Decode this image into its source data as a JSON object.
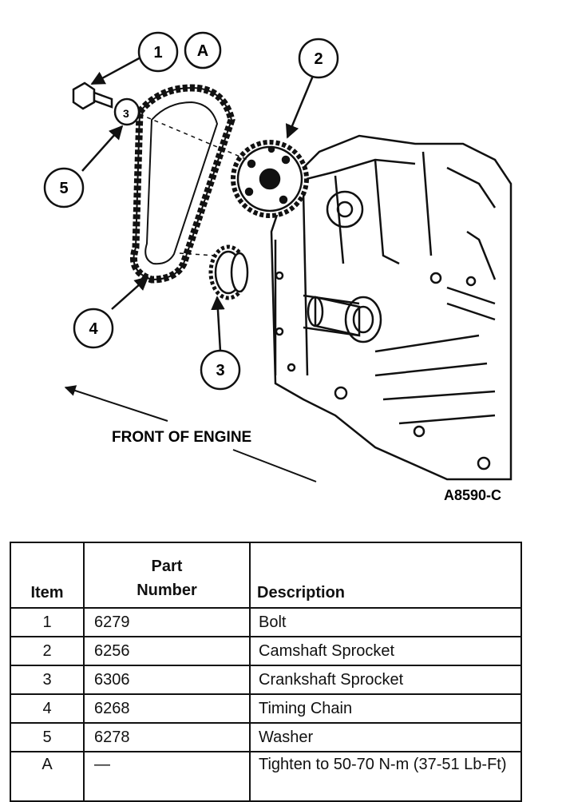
{
  "figure": {
    "callouts": [
      "1",
      "2",
      "3",
      "4",
      "5",
      "A"
    ],
    "washer_mark": "3",
    "front_label": "FRONT OF ENGINE",
    "figure_id": "A8590-C"
  },
  "table": {
    "headers": {
      "item": "Item",
      "part_line1": "Part",
      "part_line2": "Number",
      "description": "Description"
    },
    "rows": [
      {
        "item": "1",
        "part": "6279",
        "description": "Bolt"
      },
      {
        "item": "2",
        "part": "6256",
        "description": "Camshaft Sprocket"
      },
      {
        "item": "3",
        "part": "6306",
        "description": "Crankshaft Sprocket"
      },
      {
        "item": "4",
        "part": "6268",
        "description": "Timing Chain"
      },
      {
        "item": "5",
        "part": "6278",
        "description": "Washer"
      },
      {
        "item": "A",
        "part": "—",
        "description": "Tighten to 50-70 N-m (37-51 Lb-Ft)"
      }
    ]
  }
}
